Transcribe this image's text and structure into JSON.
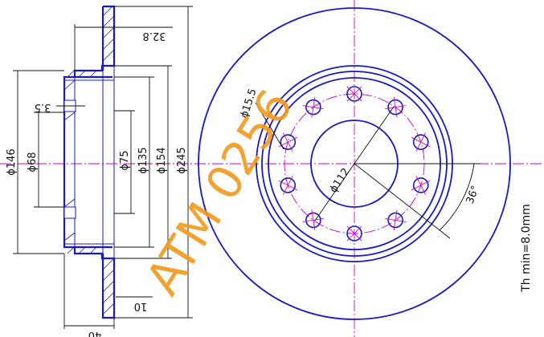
{
  "dimensions": {
    "thickness_hat": "32.8",
    "thickness_flange": "3.5",
    "overall_height": "40",
    "disc_thickness": "10",
    "dia_146": "ϕ146",
    "dia_68": "ϕ68",
    "dia_75": "ϕ75",
    "dia_135": "ϕ135",
    "dia_154": "ϕ154",
    "dia_245": "ϕ245",
    "bolt_hole_dia": "ϕ15.5",
    "bolt_circle_dia": "ϕ112",
    "hole_angle": "36°"
  },
  "note": "Th min=8.0mm",
  "watermark": "ATM 0256",
  "colors": {
    "outline": "#1818c8",
    "centerline": "#d400c8",
    "dimension": "#111111",
    "watermark": "#f29a1e"
  }
}
